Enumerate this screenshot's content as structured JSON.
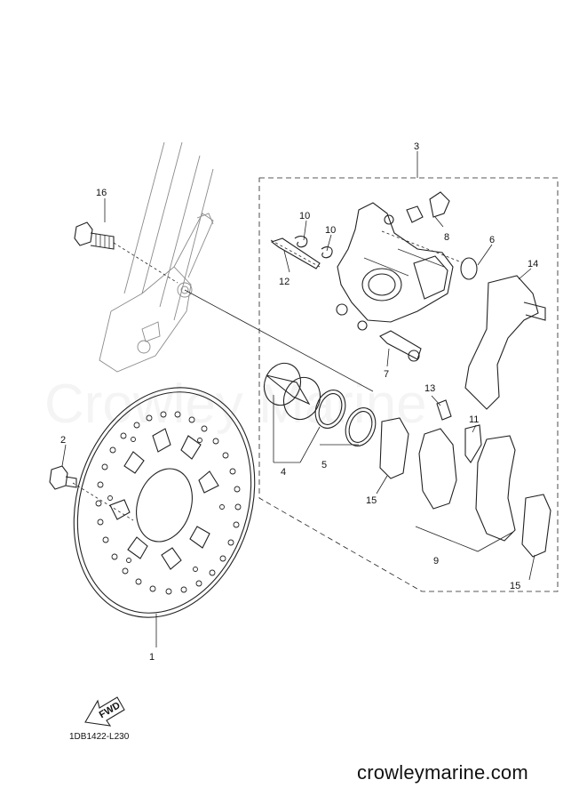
{
  "diagram": {
    "callouts": [
      {
        "id": "c1",
        "text": "1"
      },
      {
        "id": "c2",
        "text": "2"
      },
      {
        "id": "c3",
        "text": "3"
      },
      {
        "id": "c4",
        "text": "4"
      },
      {
        "id": "c5",
        "text": "5"
      },
      {
        "id": "c6",
        "text": "6"
      },
      {
        "id": "c7",
        "text": "7"
      },
      {
        "id": "c8",
        "text": "8"
      },
      {
        "id": "c9",
        "text": "9"
      },
      {
        "id": "c10a",
        "text": "10"
      },
      {
        "id": "c10b",
        "text": "10"
      },
      {
        "id": "c11",
        "text": "11"
      },
      {
        "id": "c12",
        "text": "12"
      },
      {
        "id": "c13",
        "text": "13"
      },
      {
        "id": "c14",
        "text": "14"
      },
      {
        "id": "c15a",
        "text": "15"
      },
      {
        "id": "c15b",
        "text": "15"
      },
      {
        "id": "c16",
        "text": "16"
      }
    ],
    "fwd_label": "FWD",
    "diagram_code": "1DB1422-L230",
    "watermark": "Crowley Marine",
    "site_label": "crowleymarine.com"
  }
}
